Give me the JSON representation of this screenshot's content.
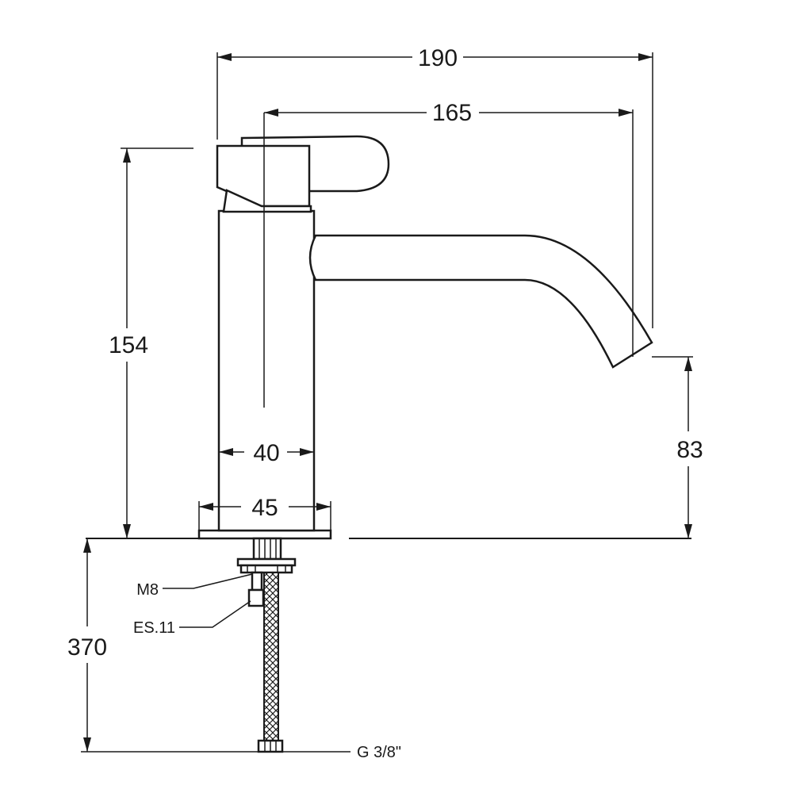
{
  "dimensions": {
    "total_length": "190",
    "spout_reach": "165",
    "height": "154",
    "spout_height": "83",
    "body_diameter": "40",
    "base_diameter": "45",
    "hose_length": "370"
  },
  "callouts": {
    "stud": "M8",
    "hose": "ES.11",
    "connection": "G 3/8\""
  }
}
